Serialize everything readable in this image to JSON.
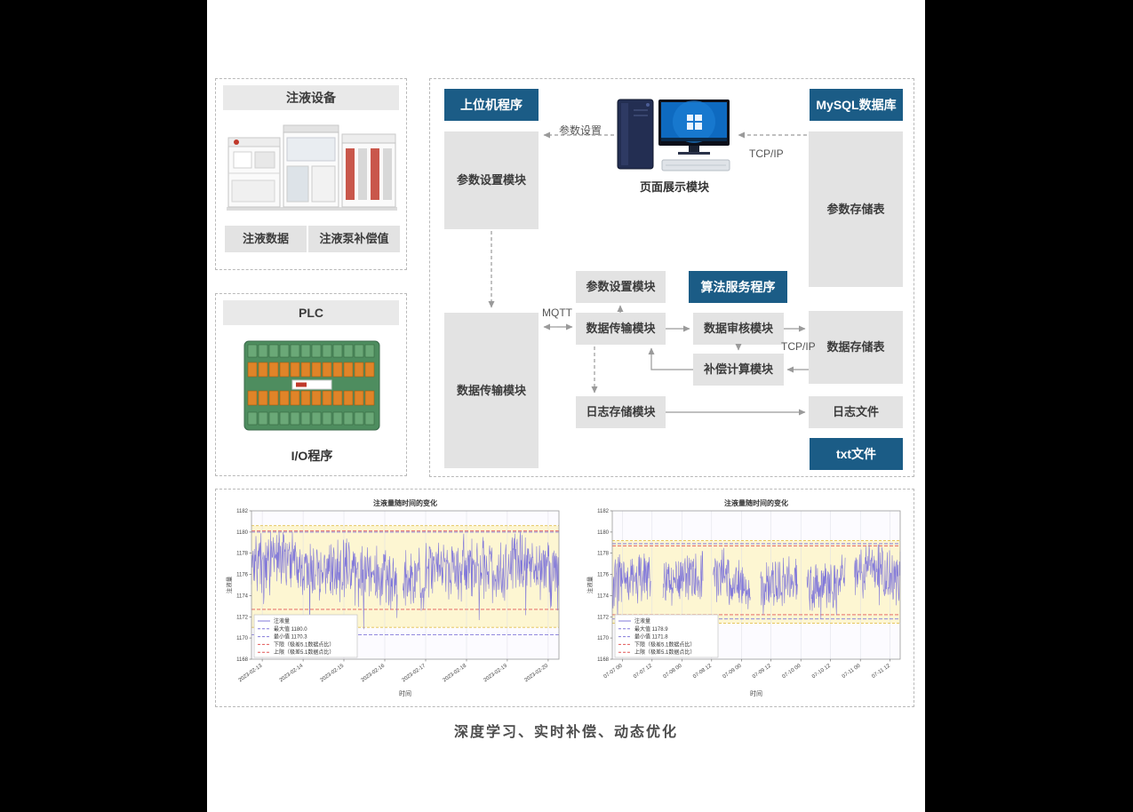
{
  "left_panel": {
    "equipment": {
      "title": "注液设备",
      "data_label": "注液数据",
      "comp_label": "注液泵补偿值"
    },
    "plc": {
      "title": "PLC",
      "caption": "I/O程序"
    }
  },
  "diagram": {
    "host_program": "上位机程序",
    "mysql_db": "MySQL数据库",
    "param_setting_top": "参数设置模块",
    "page_display": "页面展示模块",
    "param_setting_arrow_label": "参数设置",
    "tcp_ip_top": "TCP/IP",
    "param_storage": "参数存储表",
    "algorithm_service": "算法服务程序",
    "param_setting_mid": "参数设置模块",
    "data_transfer_mid": "数据传输模块",
    "data_audit": "数据审核模块",
    "compensation_calc": "补偿计算模块",
    "data_storage": "数据存储表",
    "data_transfer_left": "数据传输模块",
    "log_storage": "日志存储模块",
    "log_file": "日志文件",
    "txt_file": "txt文件",
    "mqtt_label": "MQTT",
    "tcp_ip_mid": "TCP/IP"
  },
  "footer": {
    "caption": "深度学习、实时补偿、动态优化"
  },
  "chart_data": [
    {
      "type": "line",
      "title": "注液量随时间的变化",
      "xlabel": "时间",
      "ylabel": "注液量",
      "ylim": [
        1168,
        1182
      ],
      "yticks": [
        1168,
        1170,
        1172,
        1174,
        1176,
        1178,
        1180,
        1182
      ],
      "xticklabels": [
        "2023-02-13",
        "2023-02-14",
        "2023-02-15",
        "2023-02-16",
        "2023-02-17",
        "2023-02-18",
        "2023-02-19",
        "2023-02-20"
      ],
      "series_name": "注液量",
      "mean": 1176.3,
      "amplitude": 3.6,
      "max_value": 1180.0,
      "min_value": 1170.3,
      "upper_limit": 1180.1,
      "lower_limit": 1172.7,
      "band": [
        1171.0,
        1180.6
      ],
      "n_points": 760,
      "seed": 7,
      "gaps": [
        [
          0.475,
          0.492
        ]
      ],
      "grid": true,
      "legend_position": "lower-left",
      "legend": [
        "注液量",
        "最大值 1180.0",
        "最小值 1170.3",
        "下限（极差5.1数据点比）",
        "上限（极差5.1数据点比）"
      ],
      "colors": {
        "series": "#8279d9",
        "minmax": "#8279d9",
        "limits": "#e25757",
        "band": "#fdf6d2",
        "band_edge": "#e2c04c"
      }
    },
    {
      "type": "line",
      "title": "注液量随时间的变化",
      "xlabel": "时间",
      "ylabel": "注液量",
      "ylim": [
        1168,
        1182
      ],
      "yticks": [
        1168,
        1170,
        1172,
        1174,
        1176,
        1178,
        1180,
        1182
      ],
      "xticklabels": [
        "07-07 00",
        "07-07 12",
        "07-08 00",
        "07-08 12",
        "07-09 00",
        "07-09 12",
        "07-10 00",
        "07-10 12",
        "07-11 00",
        "07-11 12"
      ],
      "series_name": "注液量",
      "mean": 1175.4,
      "amplitude": 2.9,
      "max_value": 1178.9,
      "min_value": 1171.8,
      "upper_limit": 1178.7,
      "lower_limit": 1172.2,
      "band": [
        1171.4,
        1179.2
      ],
      "n_points": 760,
      "seed": 31,
      "gaps": [
        [
          0.135,
          0.175
        ],
        [
          0.315,
          0.35
        ],
        [
          0.48,
          0.515
        ],
        [
          0.645,
          0.675
        ],
        [
          0.81,
          0.84
        ]
      ],
      "grid": true,
      "legend_position": "lower-left",
      "legend": [
        "注液量",
        "最大值 1178.9",
        "最小值 1171.8",
        "下限（极差5.1数据点比）",
        "上限（极差5.1数据点比）"
      ],
      "colors": {
        "series": "#8279d9",
        "minmax": "#8279d9",
        "limits": "#e25757",
        "band": "#fdf6d2",
        "band_edge": "#e2c04c"
      }
    }
  ]
}
